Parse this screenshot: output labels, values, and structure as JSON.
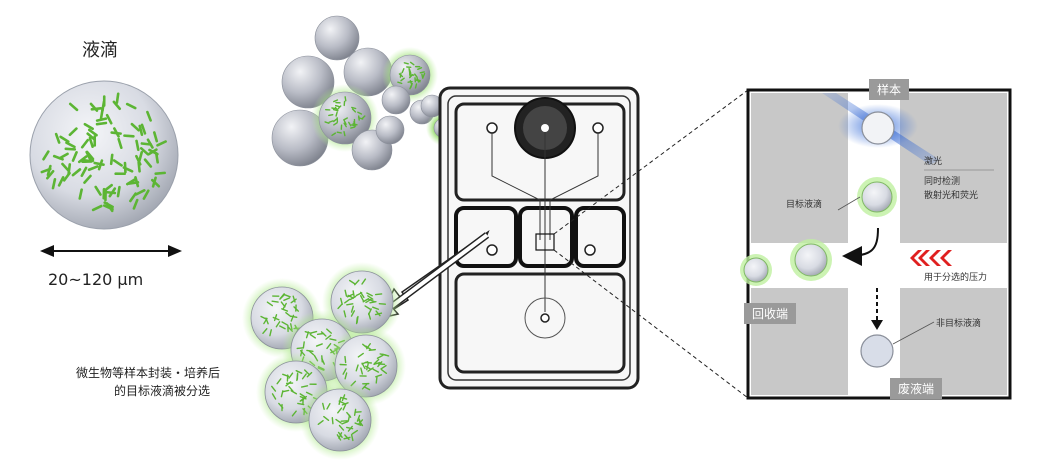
{
  "droplet": {
    "title": "液滴",
    "size_range": "20~120 μm"
  },
  "caption": {
    "line1": "微生物等样本封装・培养后",
    "line2": "的目标液滴被分选"
  },
  "zoom": {
    "sample_inlet": "样本",
    "laser": "激光",
    "detection_line1": "同时检测",
    "detection_line2": "散射光和荧光",
    "target_droplet": "目标液滴",
    "sorting_pressure": "用于分选的压力",
    "collection_outlet": "回收端",
    "non_target_droplet": "非目标液滴",
    "waste_outlet": "废液端"
  },
  "colors": {
    "bacteria_green": "#5cb534",
    "glow_green": "#8fdc6a",
    "channel_gray": "#c8c8c8",
    "label_bg": "#9a9a9a",
    "arrow_red": "#e02020",
    "laser_blue": "#3a6fd8"
  }
}
